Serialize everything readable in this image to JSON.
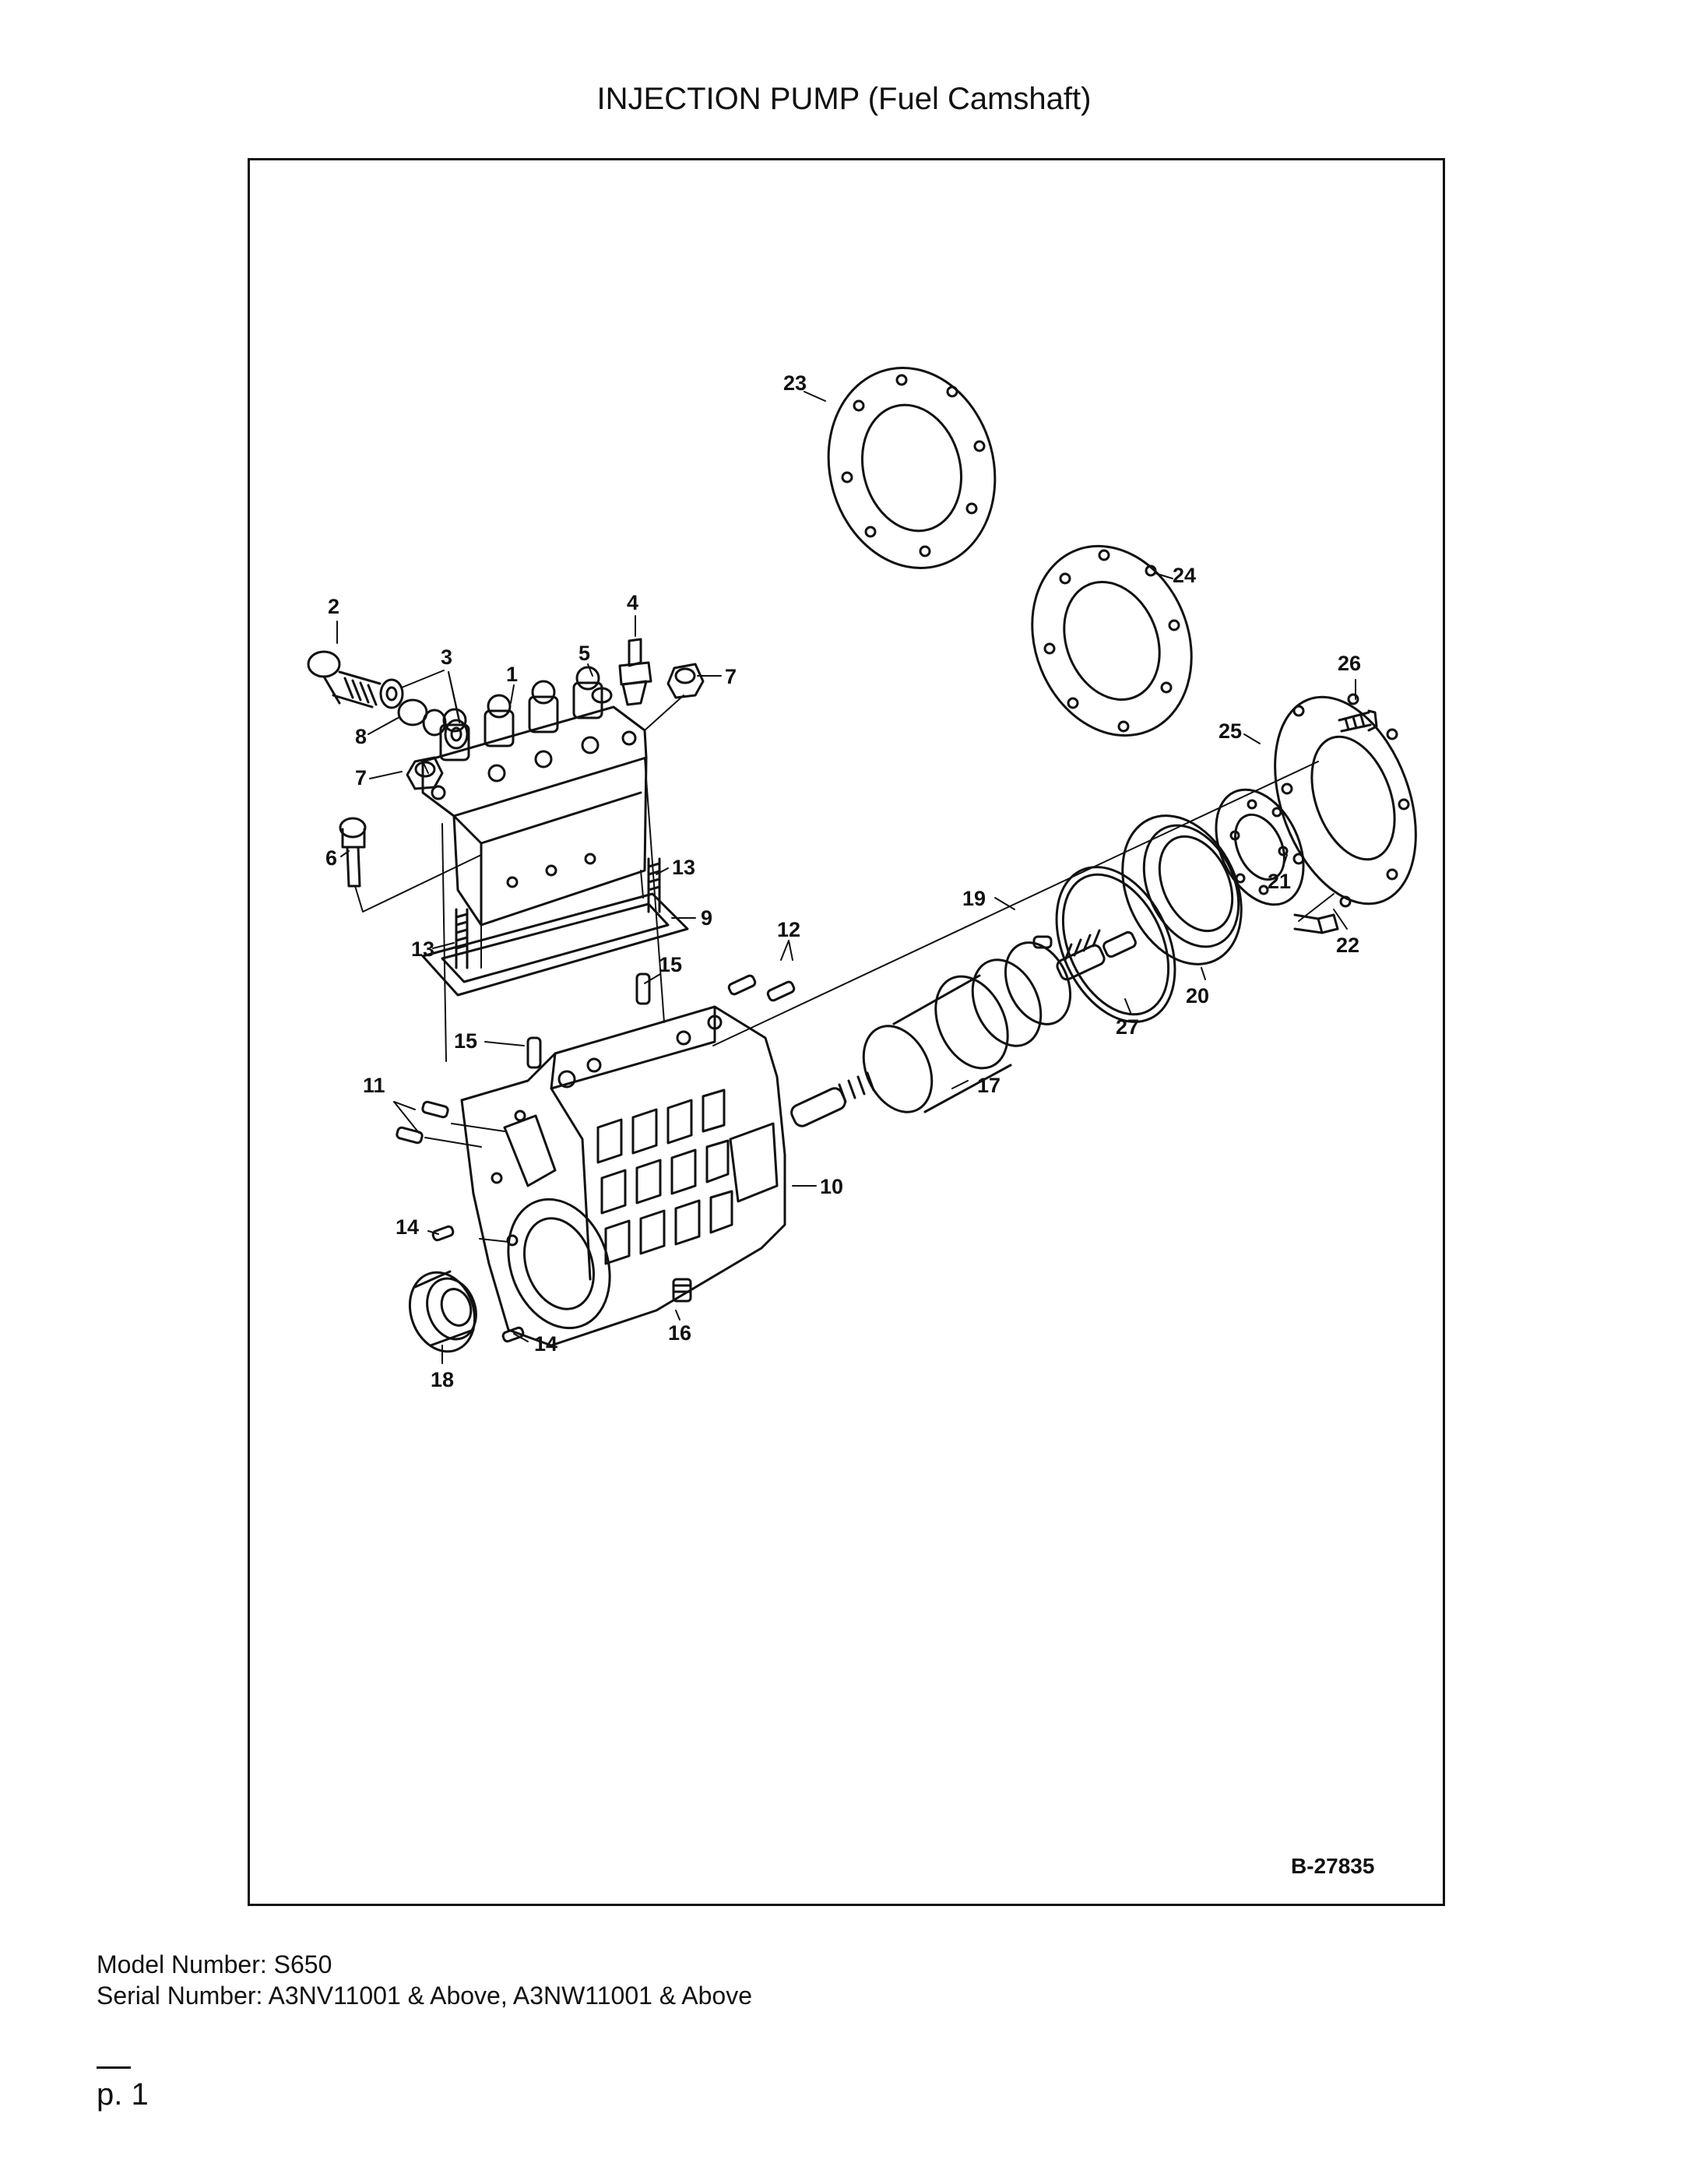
{
  "title": "INJECTION PUMP (Fuel Camshaft)",
  "diagram": {
    "reference": "B-27835",
    "callouts": [
      "1",
      "2",
      "3",
      "4",
      "5",
      "6",
      "7",
      "7",
      "8",
      "9",
      "10",
      "11",
      "12",
      "13",
      "13",
      "14",
      "14",
      "15",
      "15",
      "16",
      "17",
      "18",
      "19",
      "20",
      "21",
      "22",
      "23",
      "24",
      "25",
      "26",
      "27"
    ]
  },
  "footer": {
    "model": "Model Number: S650",
    "serial": "Serial Number: A3NV11001 & Above, A3NW11001 & Above"
  },
  "page_label": "p. 1"
}
